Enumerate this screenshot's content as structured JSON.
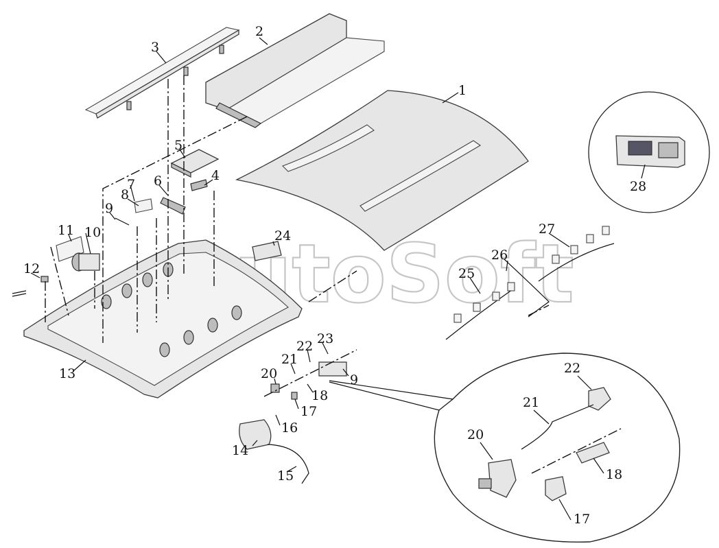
{
  "watermark": "AutoSoft",
  "callouts": {
    "n1": "1",
    "n2": "2",
    "n3": "3",
    "n4": "4",
    "n5": "5",
    "n6": "6",
    "n7": "7",
    "n8": "8",
    "n9": "9",
    "n9b": "9",
    "n10": "10",
    "n11": "11",
    "n12": "12",
    "n13": "13",
    "n14": "14",
    "n15": "15",
    "n16": "16",
    "n17": "17",
    "n18": "18",
    "n20": "20",
    "n21": "21",
    "n22": "22",
    "n23": "23",
    "n24": "24",
    "n25": "25",
    "n26": "26",
    "n27": "27",
    "n28": "28",
    "d17": "17",
    "d18": "18",
    "d20": "20",
    "d21": "21",
    "d22": "22"
  }
}
